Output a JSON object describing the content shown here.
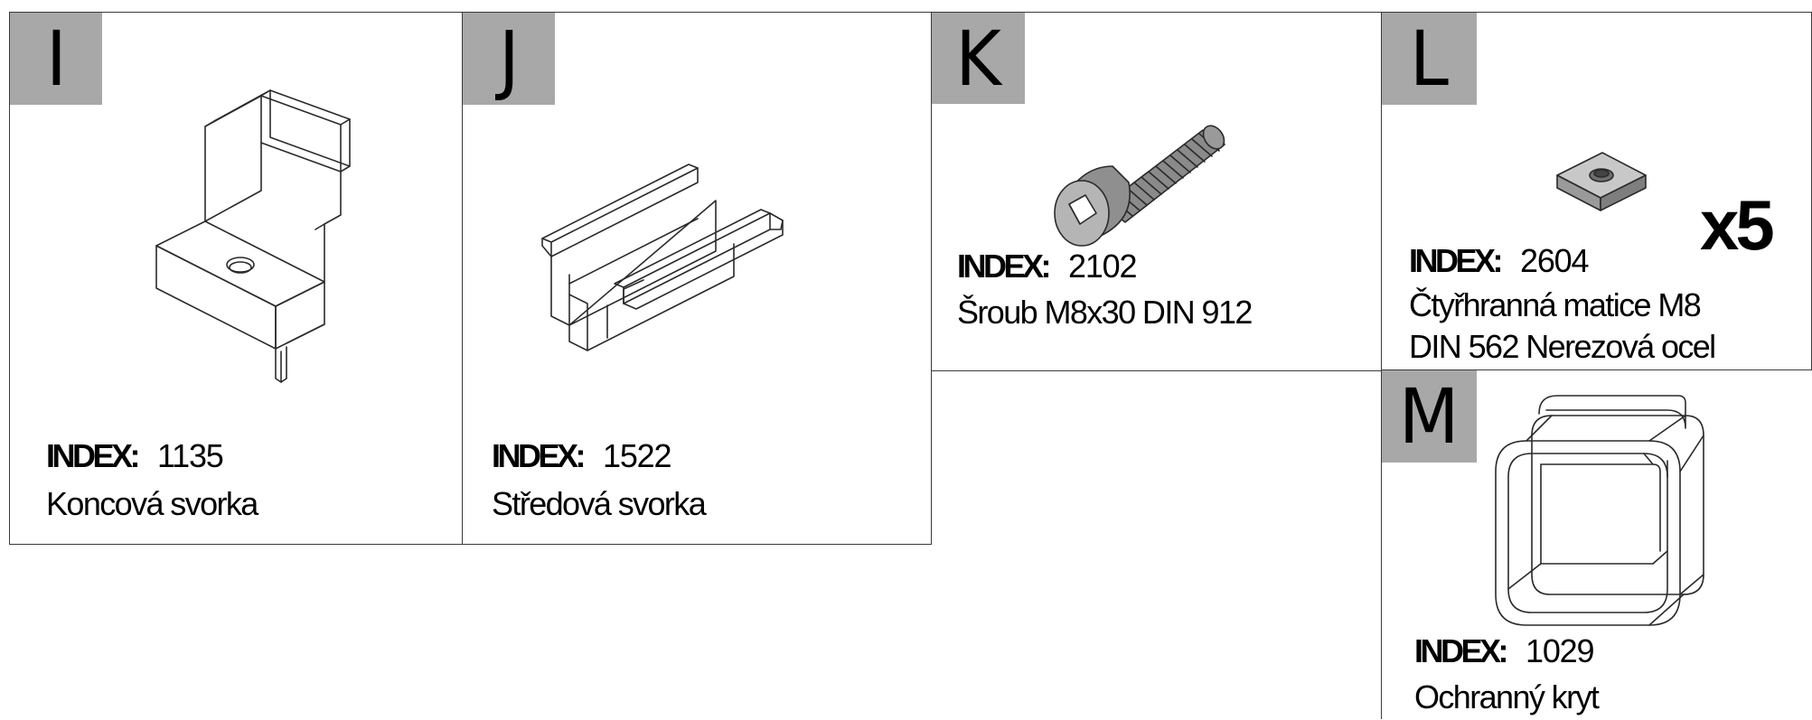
{
  "index_label": "INDEX:",
  "parts": {
    "I": {
      "letter": "I",
      "index": "1135",
      "desc": [
        "Koncová svorka"
      ],
      "icon": "end-clamp-icon"
    },
    "J": {
      "letter": "J",
      "index": "1522",
      "desc": [
        "Středová svorka"
      ],
      "icon": "middle-clamp-icon"
    },
    "K": {
      "letter": "K",
      "index": "2102",
      "desc": [
        "Šroub M8x30 DIN 912"
      ],
      "icon": "socket-screw-icon"
    },
    "L": {
      "letter": "L",
      "index": "2604",
      "desc": [
        "Čtyřhranná matice M8",
        "DIN 562 Nerezová ocel"
      ],
      "quantity": "x5",
      "icon": "square-nut-icon"
    },
    "M": {
      "letter": "M",
      "index": "1029",
      "desc": [
        "Ochranný kryt"
      ],
      "icon": "end-cap-icon"
    }
  },
  "colors": {
    "letter_badge": "#a8a8a8",
    "border": "#3a3a3a",
    "line_art": "#2a2a2a"
  }
}
